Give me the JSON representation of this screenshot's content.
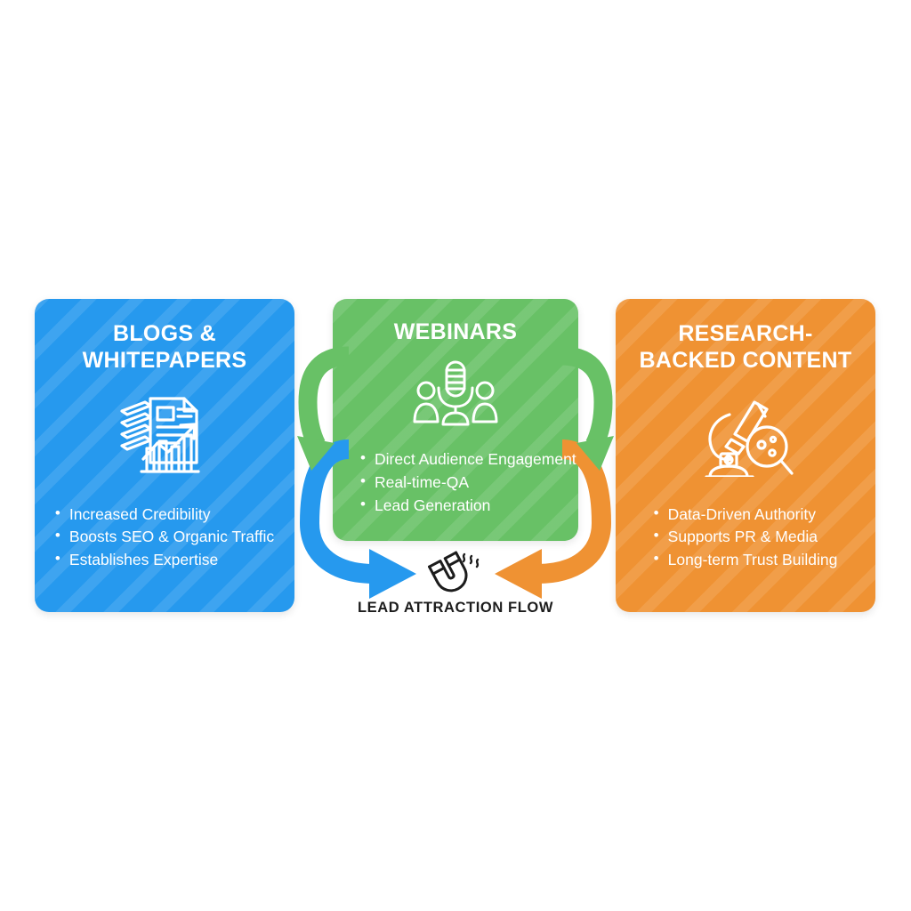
{
  "diagram": {
    "title": "Lead Attraction Flow Content Diagram",
    "flow_label": "LEAD ATTRACTION FLOW",
    "magnet_icon": "magnet-icon"
  },
  "colors": {
    "blue": "#2699ee",
    "green": "#68c166",
    "orange": "#ef9233",
    "background": "#ffffff",
    "label_text": "#1c1c1c",
    "card_text": "#ffffff"
  },
  "cards": [
    {
      "key": "blogs",
      "title": "BLOGS &\nWHITEPAPERS",
      "icon": "documents-chart-icon",
      "color": "#2699ee",
      "bullets": [
        "Increased Credibility",
        "Boosts SEO & Organic Traffic",
        "Establishes Expertise"
      ]
    },
    {
      "key": "webinars",
      "title": "WEBINARS",
      "icon": "microphone-audience-icon",
      "color": "#68c166",
      "bullets": [
        "Direct Audience Engagement",
        "Real-time-QA",
        "Lead Generation"
      ]
    },
    {
      "key": "research",
      "title": "RESEARCH-\nBACKED CONTENT",
      "icon": "microscope-magnifier-icon",
      "color": "#ef9233",
      "bullets": [
        "Data-Driven Authority",
        "Supports PR & Media",
        "Long-term Trust Building"
      ]
    }
  ],
  "arrows": [
    {
      "key": "green-left",
      "color": "#68c166",
      "direction": "down",
      "description": "curved arrow from webinars card arcing left and down"
    },
    {
      "key": "green-right",
      "color": "#68c166",
      "direction": "down",
      "description": "curved arrow from webinars card arcing right and down"
    },
    {
      "key": "blue-flow",
      "color": "#2699ee",
      "direction": "right",
      "description": "curved arrow from blogs card sweeping right into the magnet"
    },
    {
      "key": "orange-flow",
      "color": "#ef9233",
      "direction": "left",
      "description": "curved arrow from research card sweeping left into the magnet"
    }
  ]
}
